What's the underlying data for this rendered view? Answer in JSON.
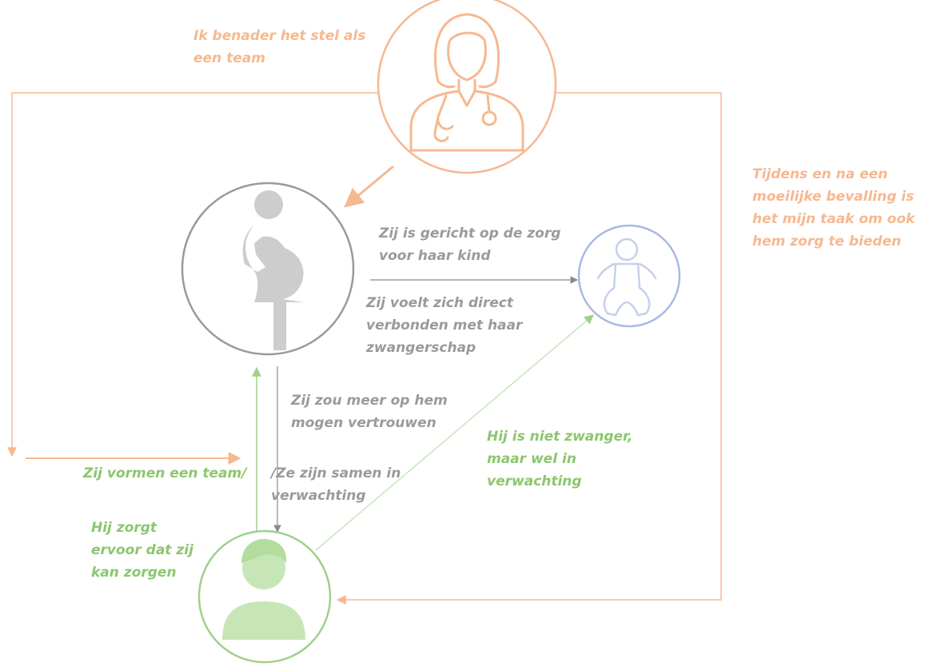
{
  "colors": {
    "orange": "#f6b890",
    "grey": "#9a9a9a",
    "blue": "#a9b9e2",
    "green": "#9ed08b"
  },
  "nodes": {
    "doctor": {
      "icon": "doctor-icon"
    },
    "pregnant_woman": {
      "icon": "pregnant-woman-icon"
    },
    "baby": {
      "icon": "baby-icon"
    },
    "partner": {
      "icon": "man-icon"
    }
  },
  "labels": {
    "doctor_team": [
      "Ik benader het stel als",
      "een team"
    ],
    "doctor_task": [
      "Tijdens en na een",
      "moeilijke bevalling is",
      "het mijn taak om ook",
      "hem zorg te bieden"
    ],
    "care_child": [
      "Zij is gericht op de zorg",
      "voor haar kind"
    ],
    "connected_pregnancy": [
      "Zij voelt zich direct",
      "verbonden met haar",
      "zwangerschap"
    ],
    "trust_him": [
      "Zij zou meer op hem",
      "mogen vertrouwen"
    ],
    "team_left": "Zij vormen een team/",
    "team_right": [
      "/Ze zijn samen in",
      "verwachting"
    ],
    "not_pregnant": [
      "Hij is niet zwanger,",
      "maar wel in",
      "verwachting"
    ],
    "he_cares": [
      "Hij zorgt",
      "ervoor dat zij",
      "kan zorgen"
    ]
  }
}
